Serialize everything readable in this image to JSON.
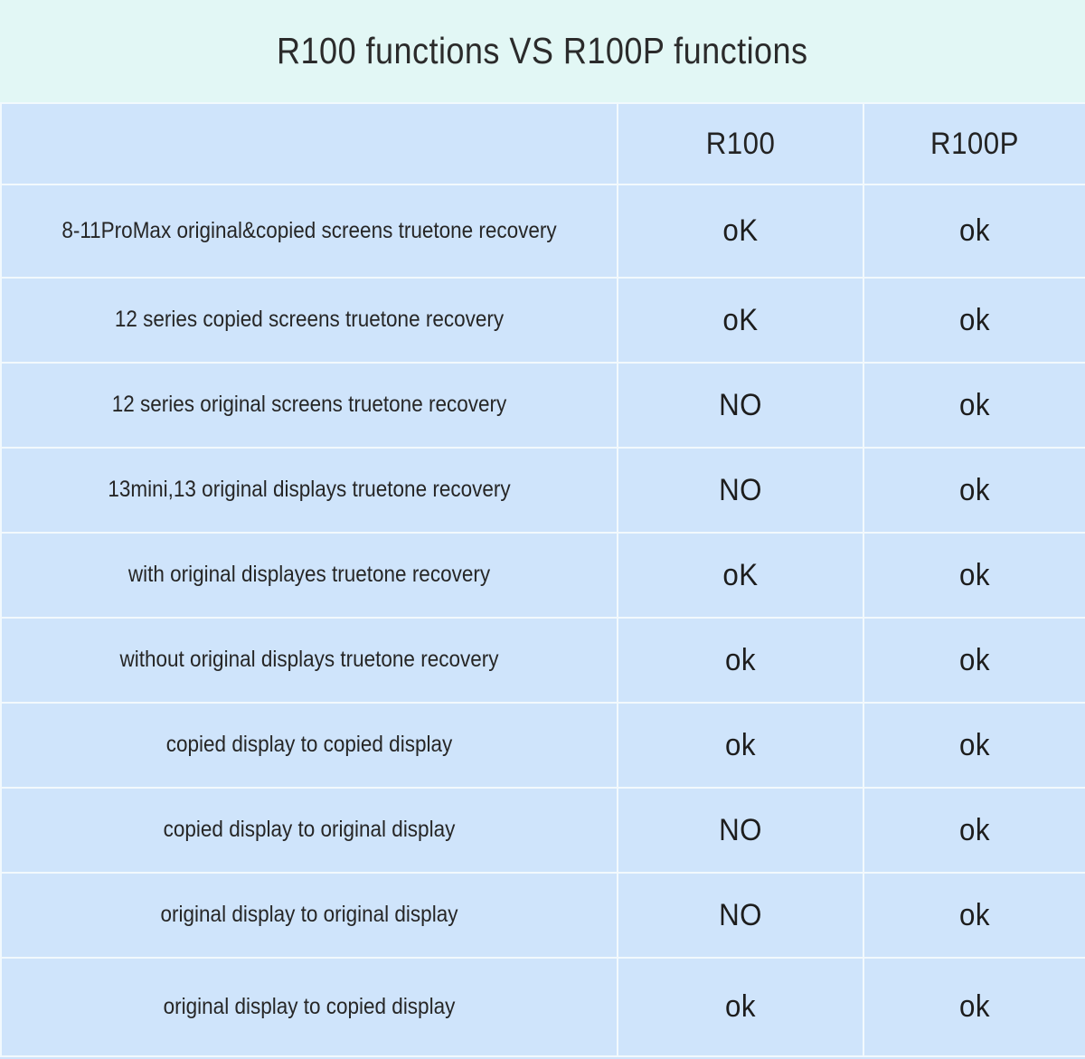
{
  "title": "R100 functions VS R100P functions",
  "table": {
    "columns": [
      "",
      "R100",
      "R100P"
    ],
    "rows": [
      {
        "feature": "8-11ProMax original&copied screens truetone recovery",
        "r100": "oK",
        "r100p": "ok"
      },
      {
        "feature": "12 series copied screens truetone recovery",
        "r100": "oK",
        "r100p": "ok"
      },
      {
        "feature": "12 series original screens truetone recovery",
        "r100": "NO",
        "r100p": "ok"
      },
      {
        "feature": "13mini,13 original displays truetone recovery",
        "r100": "NO",
        "r100p": "ok"
      },
      {
        "feature": "with original displayes truetone recovery",
        "r100": "oK",
        "r100p": "ok"
      },
      {
        "feature": "without original displays truetone recovery",
        "r100": "ok",
        "r100p": "ok"
      },
      {
        "feature": "copied display to copied display",
        "r100": "ok",
        "r100p": "ok"
      },
      {
        "feature": "copied display to original display",
        "r100": "NO",
        "r100p": "ok"
      },
      {
        "feature": "original display to original display",
        "r100": "NO",
        "r100p": "ok"
      },
      {
        "feature": "original display to copied display",
        "r100": "ok",
        "r100p": "ok"
      }
    ]
  },
  "colors": {
    "title_background": "#e2f7f5",
    "cell_background": "#cfe4fb",
    "grid_line": "#f2f9fd",
    "text": "#242424"
  }
}
